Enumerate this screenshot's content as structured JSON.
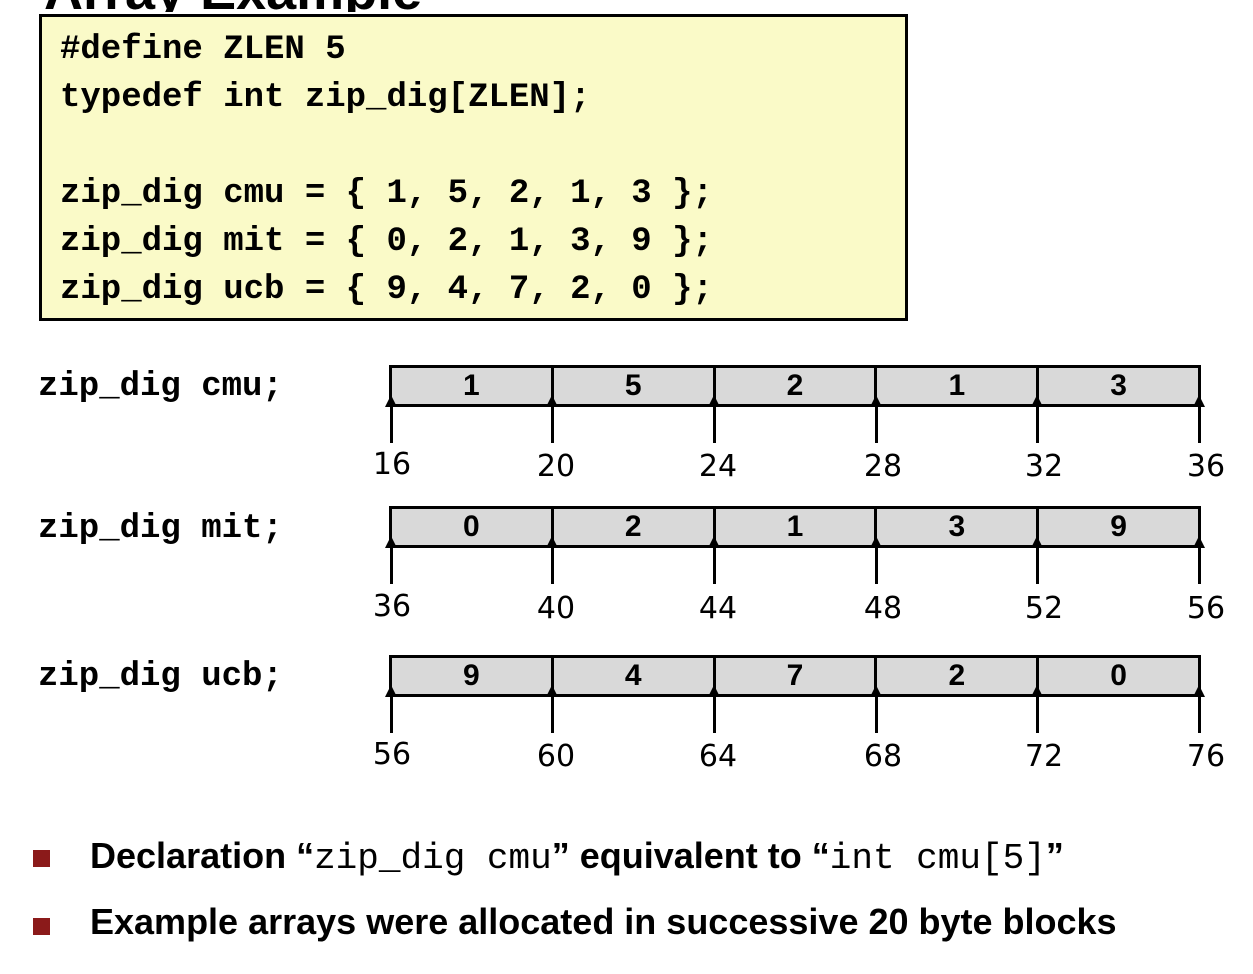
{
  "title_fragment": "Array Example",
  "code": {
    "lines": [
      "#define ZLEN 5",
      "typedef int zip_dig[ZLEN];",
      "",
      "zip_dig cmu = { 1, 5, 2, 1, 3 };",
      "zip_dig mit = { 0, 2, 1, 3, 9 };",
      "zip_dig ucb = { 9, 4, 7, 2, 0 };"
    ]
  },
  "arrays": [
    {
      "label": "zip_dig cmu;",
      "values": [
        "1",
        "5",
        "2",
        "1",
        "3"
      ],
      "addresses": [
        "16",
        "20",
        "24",
        "28",
        "32",
        "36"
      ]
    },
    {
      "label": "zip_dig mit;",
      "values": [
        "0",
        "2",
        "1",
        "3",
        "9"
      ],
      "addresses": [
        "36",
        "40",
        "44",
        "48",
        "52",
        "56"
      ]
    },
    {
      "label": "zip_dig ucb;",
      "values": [
        "9",
        "4",
        "7",
        "2",
        "0"
      ],
      "addresses": [
        "56",
        "60",
        "64",
        "68",
        "72",
        "76"
      ]
    }
  ],
  "bullets": [
    {
      "parts": [
        "Declaration “",
        "zip_dig cmu",
        "” equivalent to “",
        "int cmu[5]",
        "”"
      ]
    },
    {
      "text": "Example arrays were allocated in successive 20 byte blocks"
    }
  ],
  "colors": {
    "code_bg": "#fafac8",
    "cell_bg": "#d9d9d9",
    "bullet": "#8b1a1a"
  }
}
